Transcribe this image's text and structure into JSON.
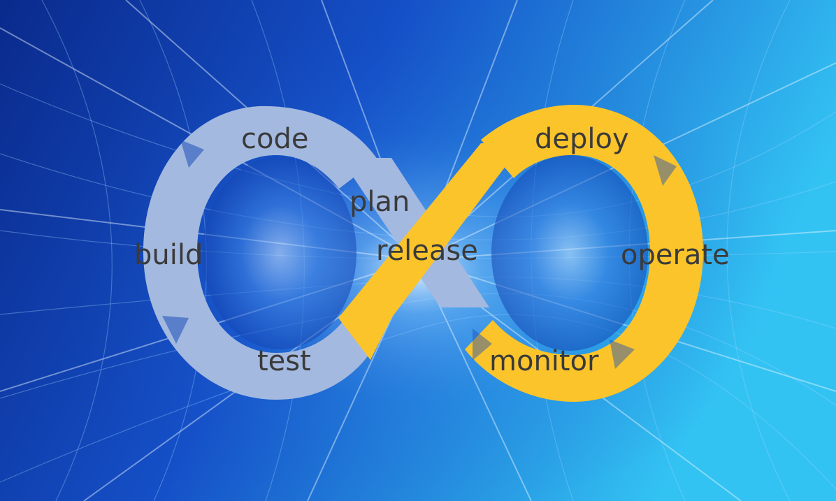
{
  "stages": {
    "code": "code",
    "plan": "plan",
    "build": "build",
    "test": "test",
    "release": "release",
    "deploy": "deploy",
    "operate": "operate",
    "monitor": "monitor"
  },
  "colors": {
    "dev_loop": "#a4b9df",
    "ops_loop": "#fbc42a",
    "label_text": "#3a3a3a",
    "background_dark": "#0a2a8c",
    "background_light": "#33c3f3"
  }
}
